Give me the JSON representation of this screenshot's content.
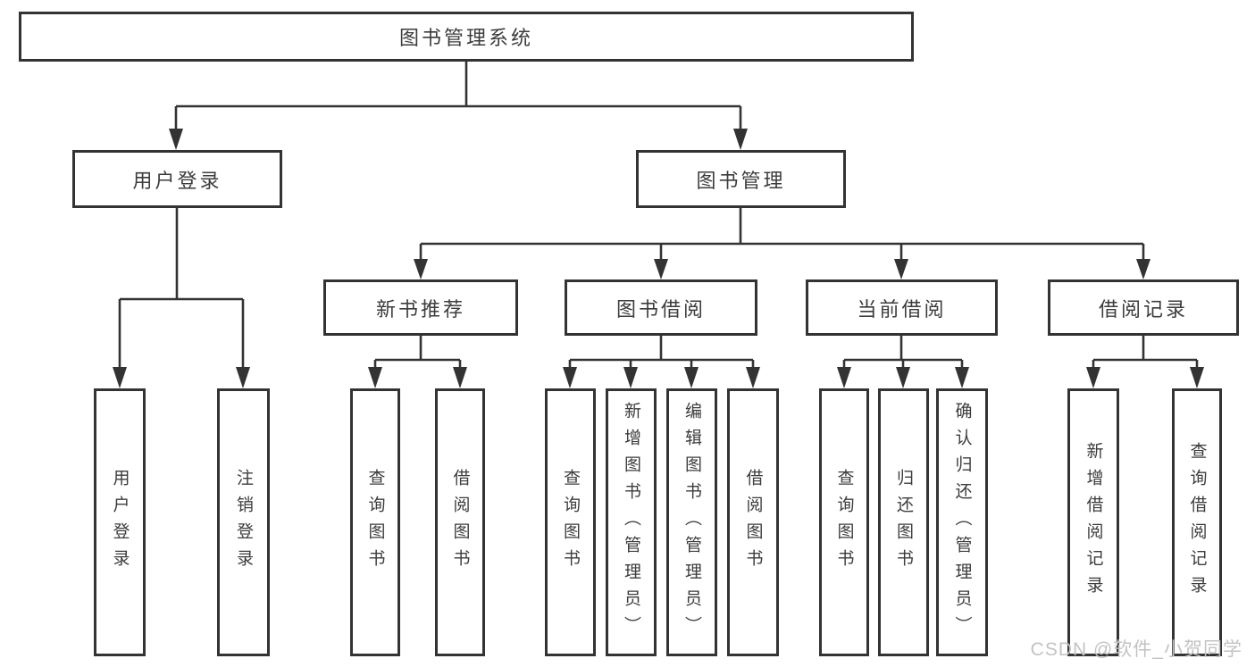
{
  "diagram": {
    "root": "图书管理系统",
    "level2": [
      "用户登录",
      "图书管理"
    ],
    "level3": [
      "新书推荐",
      "图书借阅",
      "当前借阅",
      "借阅记录"
    ],
    "leaves": {
      "user": [
        "用户登录",
        "注销登录"
      ],
      "recommend": [
        "查询图书",
        "借阅图书"
      ],
      "borrow": [
        "查询图书",
        "新增图书（管理员）",
        "编辑图书（管理员）",
        "借阅图书"
      ],
      "current": [
        "查询图书",
        "归还图书",
        "确认归还（管理员）"
      ],
      "records": [
        "新增借阅记录",
        "查询借阅记录"
      ]
    }
  },
  "watermark": "CSDN @软件_小贺同学",
  "colors": {
    "line": "#333333",
    "text": "#3c3c3c",
    "watermark": "#c3c3c3",
    "background": "#ffffff"
  }
}
